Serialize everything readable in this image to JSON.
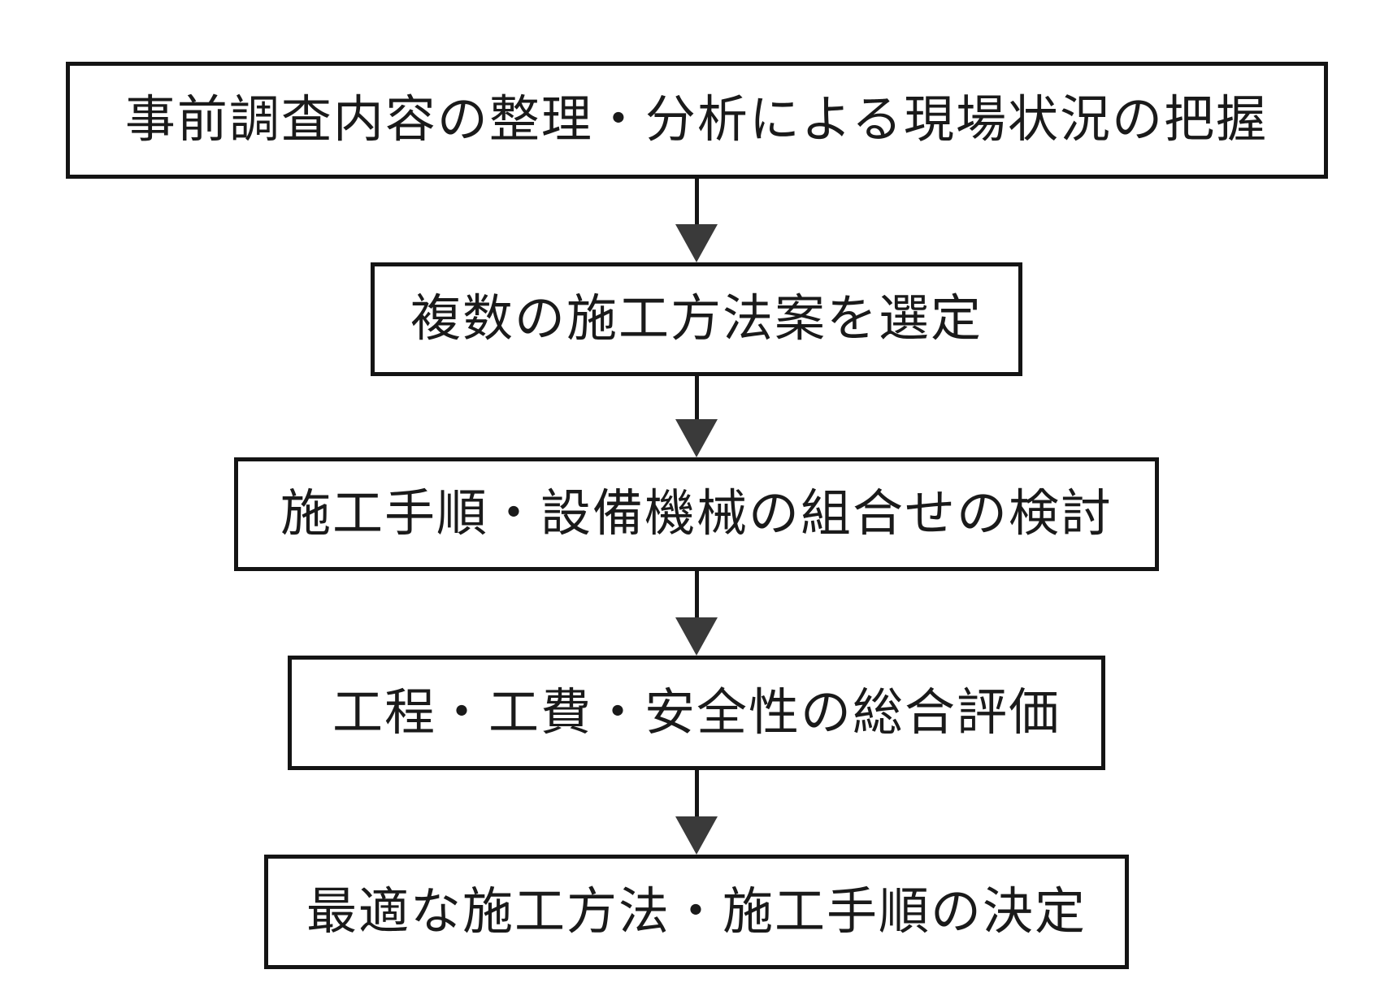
{
  "flowchart": {
    "title_semantic": "construction-method-selection-process",
    "steps": [
      {
        "label": "事前調査内容の整理・分析による現場状況の把握"
      },
      {
        "label": "複数の施工方法案を選定"
      },
      {
        "label": "施工手順・設備機械の組合せの検討"
      },
      {
        "label": "工程・工費・安全性の総合評価"
      },
      {
        "label": "最適な施工方法・施工手順の決定"
      }
    ],
    "colors": {
      "background": "#ffffff",
      "box_border": "#141414",
      "text": "#1a1a1a",
      "arrow_head": "#3a3a3a",
      "arrow_stem": "#141414"
    }
  }
}
